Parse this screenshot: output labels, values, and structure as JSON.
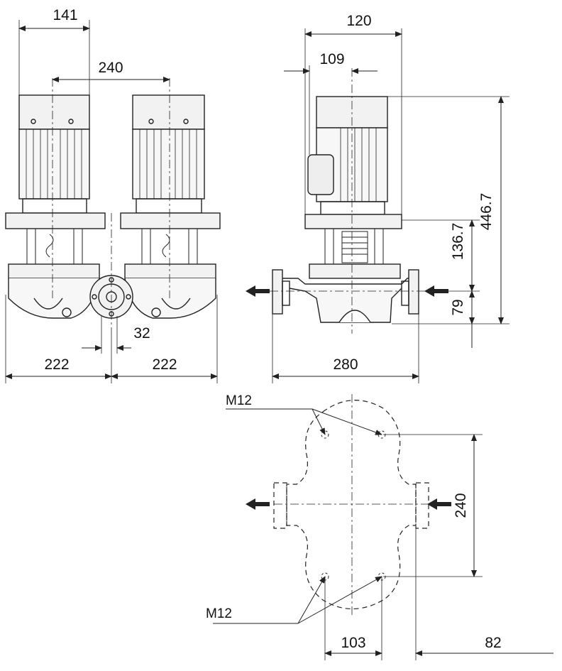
{
  "colors": {
    "line": "#222222",
    "fill": "#f2f2f2",
    "dark": "#444444",
    "paper": "#ffffff"
  },
  "dimensions": {
    "motor_width": "141",
    "motor_spacing": "240",
    "left_half_width": "222",
    "right_half_width": "222",
    "flange_offset": "32",
    "side_motor_width": "120",
    "side_motor_offset": "109",
    "side_total_width": "280",
    "total_height": "446.7",
    "flange_height": "136.7",
    "base_height": "79",
    "bolt_spacing": "240",
    "bolt_width": "103",
    "outer_offset": "82"
  },
  "labels": {
    "thread_top": "M12",
    "thread_bottom": "M12"
  },
  "icons": [
    "flow-in-arrow-icon",
    "flow-out-arrow-icon"
  ]
}
